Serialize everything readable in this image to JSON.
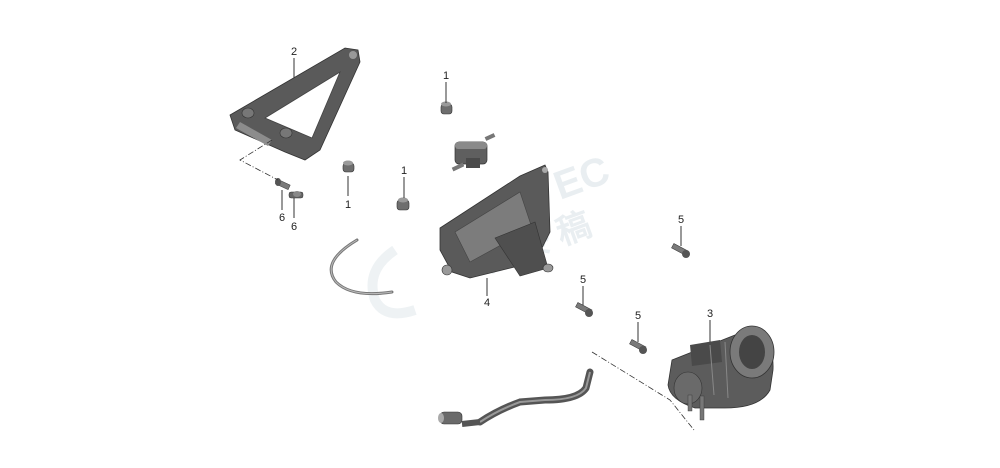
{
  "diagram": {
    "callouts": [
      "2",
      "1",
      "1",
      "1",
      "6",
      "6",
      "4",
      "5",
      "5",
      "5",
      "3"
    ]
  },
  "watermark": {
    "line1": "EC",
    "line2": "非 终 稿"
  },
  "colors": {
    "part_dark": "#4d4d4d",
    "part_mid": "#6e6e6e",
    "part_light": "#9a9a9a",
    "line": "#333333",
    "watermark": "#e9eef1"
  }
}
